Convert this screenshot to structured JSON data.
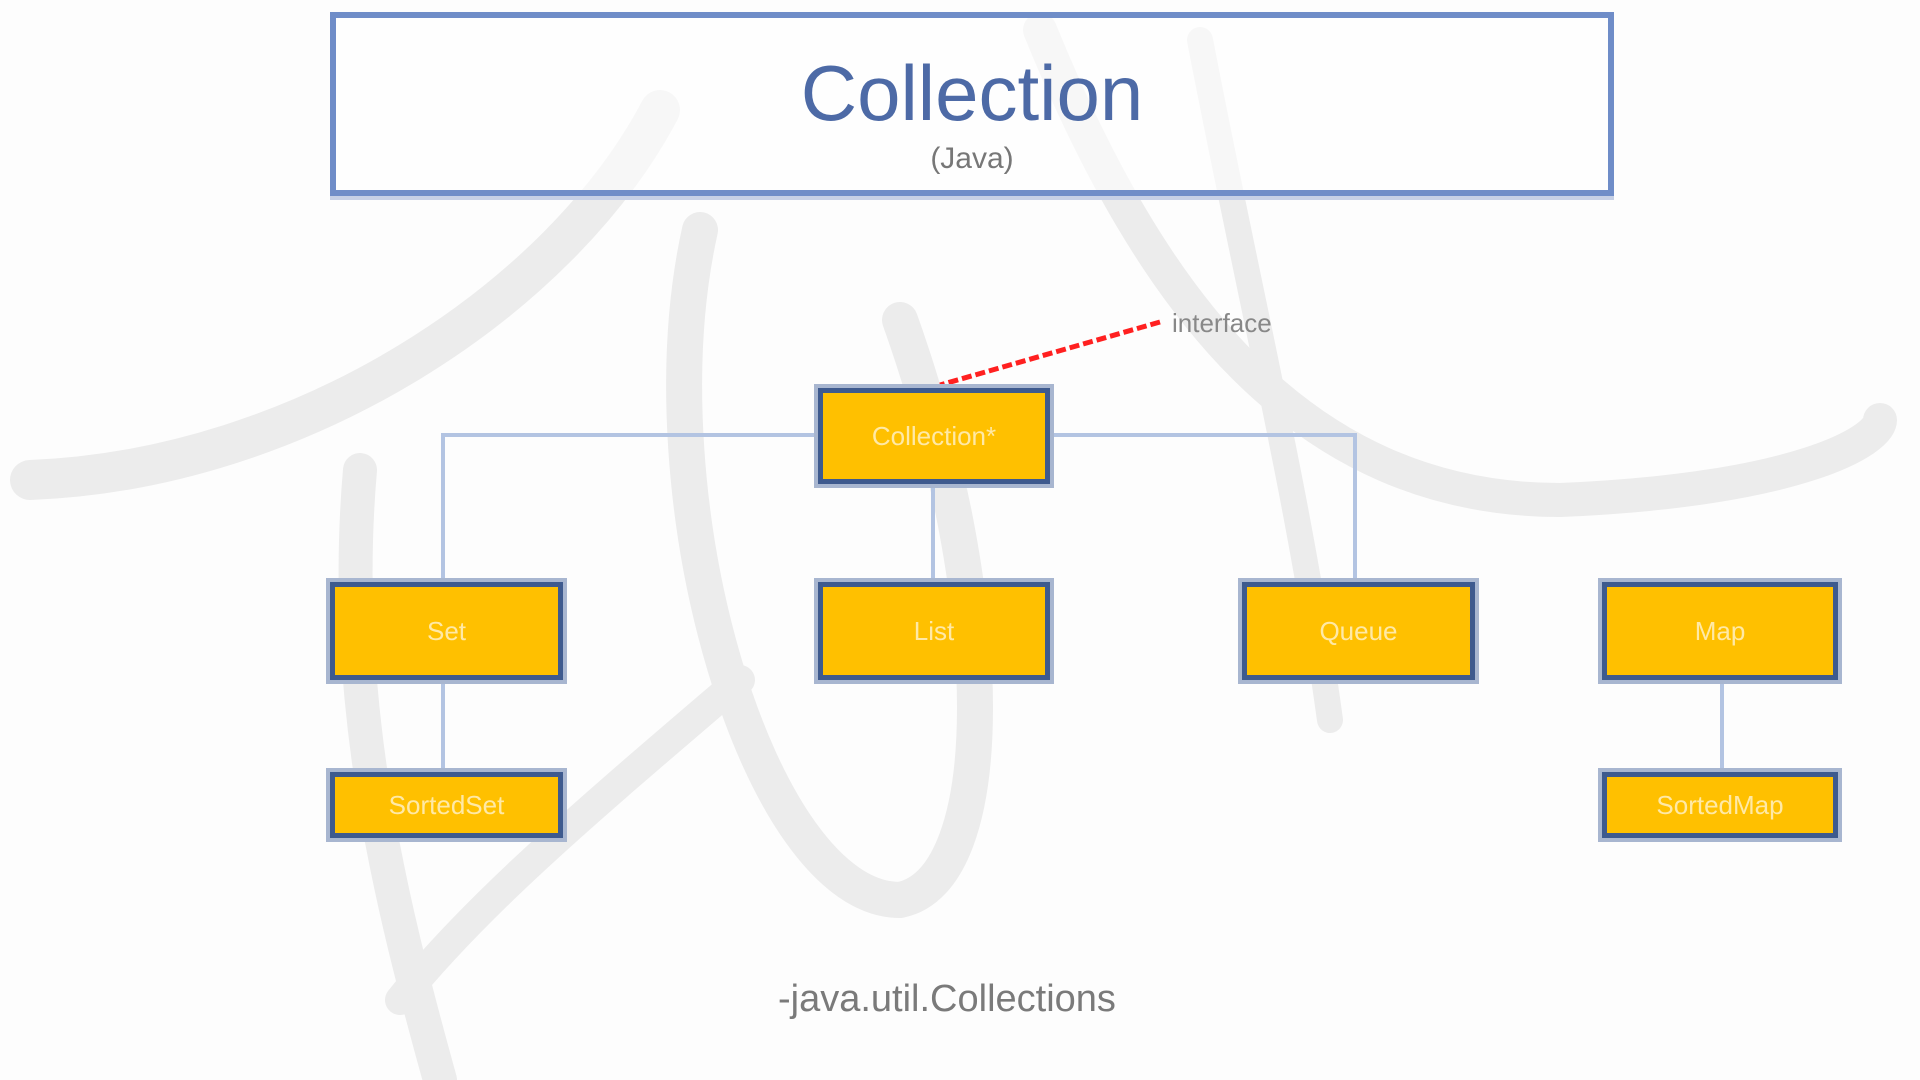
{
  "title": "Collection",
  "subtitle": "(Java)",
  "annotation": "interface",
  "nodes": {
    "collection": "Collection*",
    "set": "Set",
    "list": "List",
    "queue": "Queue",
    "map": "Map",
    "sorted_set": "SortedSet",
    "sorted_map": "SortedMap"
  },
  "footer": "-java.util.Collections",
  "colors": {
    "node_fill": "#ffc000",
    "node_border": "#3e5a8e",
    "title": "#4d6aa6",
    "arrow": "#ff0000"
  }
}
